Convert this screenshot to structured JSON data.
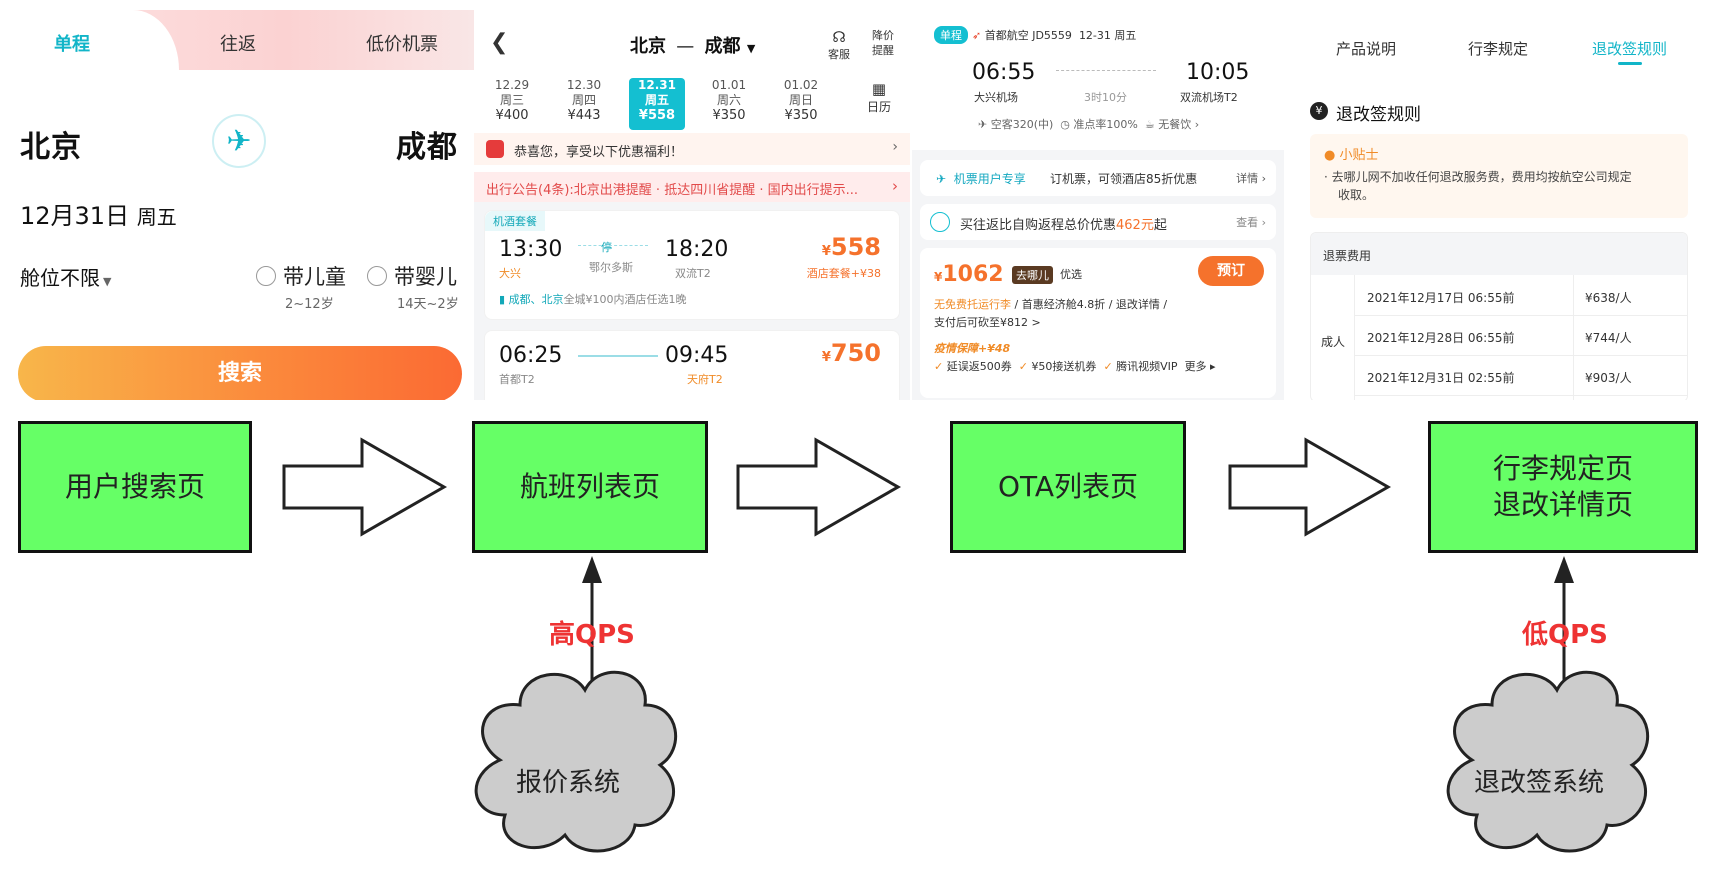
{
  "search_page": {
    "tabs": [
      "单程",
      "往返",
      "低价机票"
    ],
    "from_city": "北京",
    "to_city": "成都",
    "date": "12月31日",
    "weekday": "周五",
    "cabin": "舱位不限",
    "child_label": "带儿童",
    "child_age": "2~12岁",
    "infant_label": "带婴儿",
    "infant_age": "14天~2岁",
    "search_button": "搜索"
  },
  "flight_list": {
    "route_from": "北京",
    "route_to": "成都",
    "service": "客服",
    "price_alert_1": "降价",
    "price_alert_2": "提醒",
    "calendar": "日历",
    "days": [
      {
        "date": "12.29",
        "weekday": "周三",
        "price": "¥400"
      },
      {
        "date": "12.30",
        "weekday": "周四",
        "price": "¥443"
      },
      {
        "date": "12.31",
        "weekday": "周五",
        "price": "¥558"
      },
      {
        "date": "01.01",
        "weekday": "周六",
        "price": "¥350"
      },
      {
        "date": "01.02",
        "weekday": "周日",
        "price": "¥350"
      }
    ],
    "perk": "恭喜您，享受以下优惠福利！",
    "notice": "出行公告(4条):北京出港提醒 · 抵达四川省提醒 · 国内出行提示...",
    "card1": {
      "tag": "机酒套餐",
      "depart": "13:30",
      "depart_airport": "大兴",
      "stop": "停",
      "stop_city": "鄂尔多斯",
      "arrive": "18:20",
      "arrive_airport": "双流T2",
      "price": "558",
      "package": "酒店套餐+¥38",
      "hotel_cities": "成都、北京",
      "hotel_note": "全城¥100内酒店任选1晚"
    },
    "card2": {
      "depart": "06:25",
      "depart_airport": "首都T2",
      "arrive": "09:45",
      "arrive_airport": "天府T2",
      "price": "750"
    }
  },
  "ota_list": {
    "badge": "单程",
    "airline": "首都航空 JD5559",
    "date": "12-31 周五",
    "depart": "06:55",
    "depart_airport": "大兴机场",
    "duration": "3时10分",
    "arrive": "10:05",
    "arrive_airport": "双流机场T2",
    "aircraft": "空客320(中)",
    "ontime": "准点率100%",
    "meal": "无餐饮",
    "member_tag": "机票用户专享",
    "member_text": "订机票，可领酒店85折优惠",
    "member_more": "详情",
    "return_text": "买往返比自购返程总价优惠",
    "return_amount": "462元",
    "return_suffix": "起",
    "return_more": "查看",
    "price": "1062",
    "vendor": "去哪儿",
    "vendor_tag": "优选",
    "book": "预订",
    "baggage": "无免费托运行李",
    "fare": "首惠经济舱4.8折",
    "refund": "退改详情",
    "pay_note": "支付后可砍至¥812 >",
    "insurance": "疫情保障+¥48",
    "benefits": [
      "延误返500券",
      "¥50接送机券",
      "腾讯视频VIP"
    ],
    "more": "更多"
  },
  "rules_page": {
    "tabs": [
      "产品说明",
      "行李规定",
      "退改签规则"
    ],
    "heading": "退改签规则",
    "tip_title": "小贴士",
    "tip_text_1": "去哪儿网不加收任何退改服务费，费用均按航空公司规定",
    "tip_text_2": "收取。",
    "table_title": "退票费用",
    "row_label": "成人",
    "rows": [
      {
        "time": "2021年12月17日 06:55前",
        "fee": "¥638/人"
      },
      {
        "time": "2021年12月28日 06:55前",
        "fee": "¥744/人"
      },
      {
        "time": "2021年12月31日 02:55前",
        "fee": "¥903/人"
      }
    ]
  },
  "flow": {
    "boxes": [
      "用户搜索页",
      "航班列表页",
      "OTA列表页",
      "行李规定页",
      "退改详情页"
    ],
    "high_qps": "高QPS",
    "low_qps": "低QPS",
    "pricing_system": "报价系统",
    "refund_system": "退改签系统"
  }
}
